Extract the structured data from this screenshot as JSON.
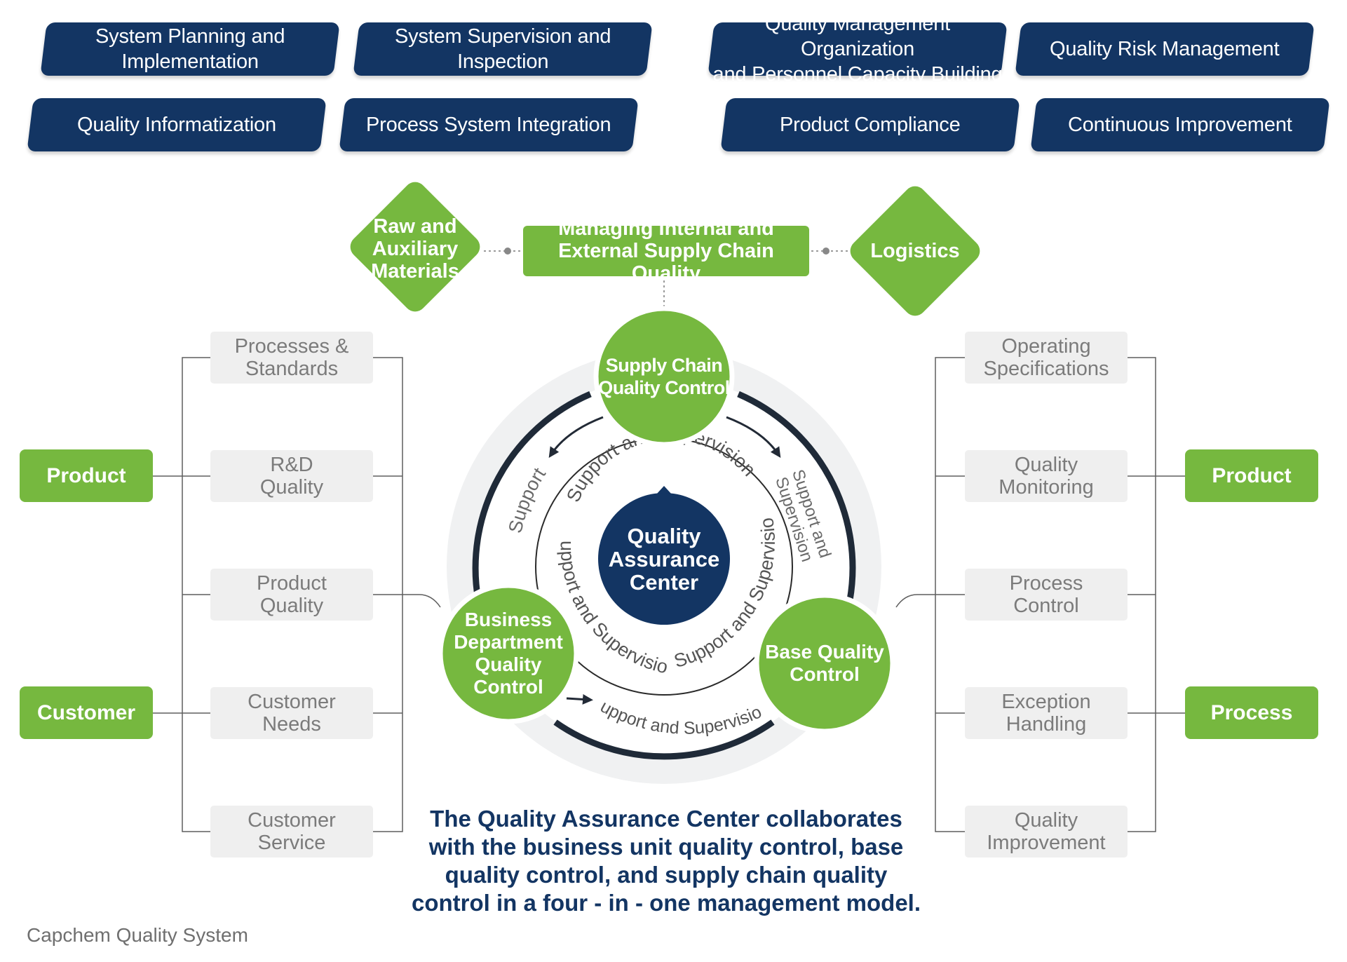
{
  "banners": [
    "System Planning and\nImplementation",
    "System Supervision and\nInspection",
    "Quality Management Organization\nand Personnel Capacity Building",
    "Quality Risk Management",
    "Quality Informatization",
    "Process System Integration",
    "Product Compliance",
    "Continuous Improvement"
  ],
  "supply": {
    "left_diamond": "Raw and\nAuxiliary\nMaterials",
    "center_box": "Managing Internal and\nExternal Supply Chain Quality",
    "right_diamond": "Logistics"
  },
  "left_side": {
    "groups": [
      "Product",
      "Customer"
    ],
    "items": [
      "Processes &\nStandards",
      "R&D\nQuality",
      "Product\nQuality",
      "Customer\nNeeds",
      "Customer\nService"
    ]
  },
  "right_side": {
    "groups": [
      "Product",
      "Process"
    ],
    "items": [
      "Operating\nSpecifications",
      "Quality\nMonitoring",
      "Process\nControl",
      "Exception\nHandling",
      "Quality\nImprovement"
    ]
  },
  "wheel": {
    "center": "Quality\nAssurance\nCenter",
    "top_node": "Supply Chain\nQuality Control",
    "left_node": "Business\nDepartment\nQuality\nControl",
    "right_node": "Base Quality\nControl",
    "outer_left_label": "Support",
    "outer_right_label_line1": "Support and",
    "outer_right_label_line2": "Supervision",
    "outer_bottom_label": "Support and Supervision",
    "inner_top_label": "Support and Supervision",
    "inner_left_label": "Support and Supervision",
    "inner_right_label": "Support and Supervision"
  },
  "colors": {
    "navy": "#133563",
    "green": "#76b83f",
    "gray_box": "#efefef",
    "ring": "#f0f1f2"
  },
  "caption": "The Quality Assurance Center collaborates\nwith the business unit quality control, base\nquality control, and supply chain quality\ncontrol in a four - in - one management model.",
  "footer": "Capchem Quality System"
}
